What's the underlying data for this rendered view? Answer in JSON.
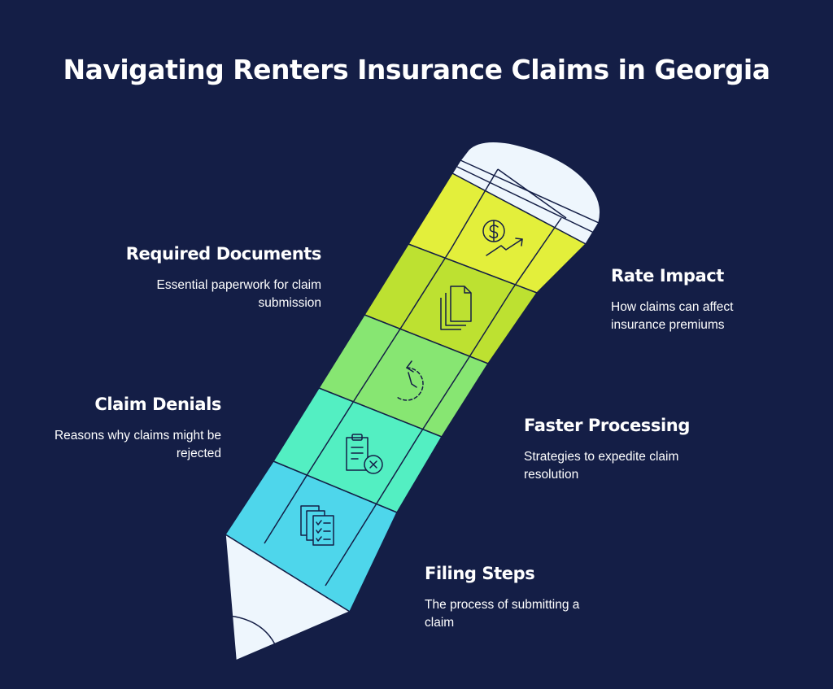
{
  "title": "Navigating Renters Insurance Claims in Georgia",
  "colors": {
    "background": "#141e46",
    "segment_rate_impact": "#e3ef3b",
    "segment_required_documents": "#bde131",
    "segment_faster_processing": "#87e672",
    "segment_claim_denials": "#53efc2",
    "segment_filing_steps": "#4ed6eb",
    "pencil_tip": "#eef6fd"
  },
  "items": [
    {
      "heading": "Required Documents",
      "description": "Essential paperwork for claim submission",
      "icon": "documents-stack-icon"
    },
    {
      "heading": "Rate Impact",
      "description": "How claims can affect insurance premiums",
      "icon": "dollar-trend-up-icon"
    },
    {
      "heading": "Claim Denials",
      "description": "Reasons why claims might be rejected",
      "icon": "clipboard-reject-icon"
    },
    {
      "heading": "Faster Processing",
      "description": "Strategies to expedite claim resolution",
      "icon": "timer-refresh-icon"
    },
    {
      "heading": "Filing Steps",
      "description": "The process of submitting a claim",
      "icon": "checklist-files-icon"
    }
  ]
}
